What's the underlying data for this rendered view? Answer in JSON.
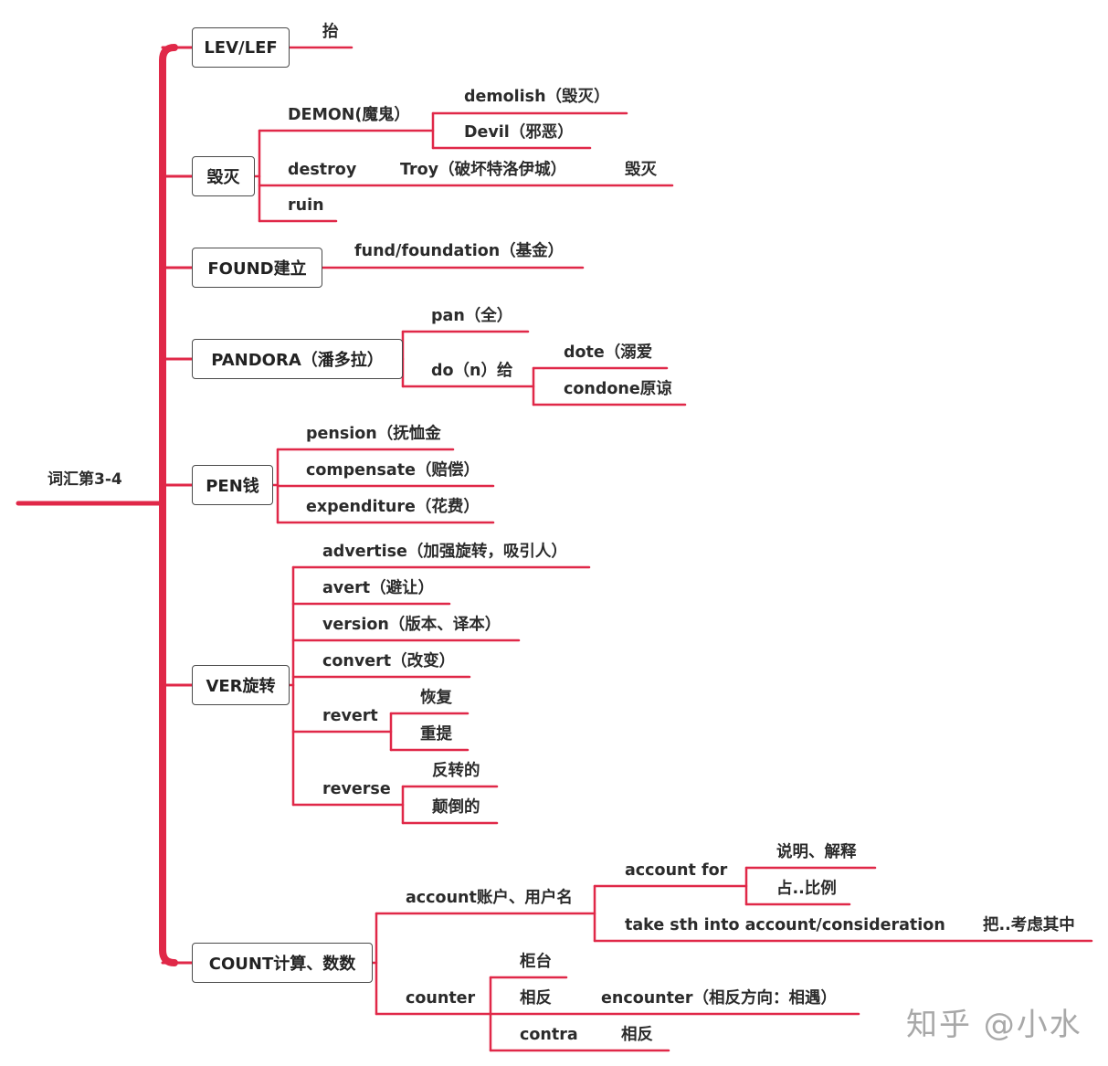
{
  "root": "词汇第3-4",
  "branches": {
    "lev": {
      "label": "LEV/LEF",
      "meaning": "抬"
    },
    "huimie": {
      "label": "毁灭",
      "demon": "DEMON(魔鬼）",
      "demolish": "demolish（毁灭）",
      "devil": "Devil（邪恶）",
      "destroy": "destroy",
      "troy": "Troy（破坏特洛伊城）",
      "troy_meaning": "毁灭",
      "ruin": "ruin"
    },
    "found": {
      "label": "FOUND建立",
      "fund": "fund/foundation（基金）"
    },
    "pandora": {
      "label": "PANDORA（潘多拉）",
      "pan": "pan（全）",
      "don": "do（n）给",
      "dote": "dote（溺爱",
      "condone": "condone原谅"
    },
    "pen": {
      "label": "PEN钱",
      "pension": "pension（抚恤金",
      "compensate": "compensate（赔偿）",
      "expenditure": "expenditure（花费）"
    },
    "ver": {
      "label": "VER旋转",
      "advertise": "advertise（加强旋转，吸引人）",
      "avert": "avert（避让）",
      "version": "version（版本、译本）",
      "convert": "convert（改变）",
      "revert": "revert",
      "revert_1": "恢复",
      "revert_2": "重提",
      "reverse": "reverse",
      "reverse_1": "反转的",
      "reverse_2": "颠倒的"
    },
    "count": {
      "label": "COUNT计算、数数",
      "account": "account账户、用户名",
      "account_for": "account for",
      "account_for_1": "说明、解释",
      "account_for_2": "占..比例",
      "take_into": "take sth into account/consideration",
      "take_into_meaning": "把..考虑其中",
      "counter": "counter",
      "counter_1": "柜台",
      "counter_2": "相反",
      "encounter": "encounter（相反方向：相遇）",
      "contra": "contra",
      "contra_meaning": "相反"
    }
  },
  "watermark": "知乎 @小水",
  "colors": {
    "line": "#e02848",
    "box_border": "#4a4a4a",
    "text": "#2b2b2b"
  }
}
